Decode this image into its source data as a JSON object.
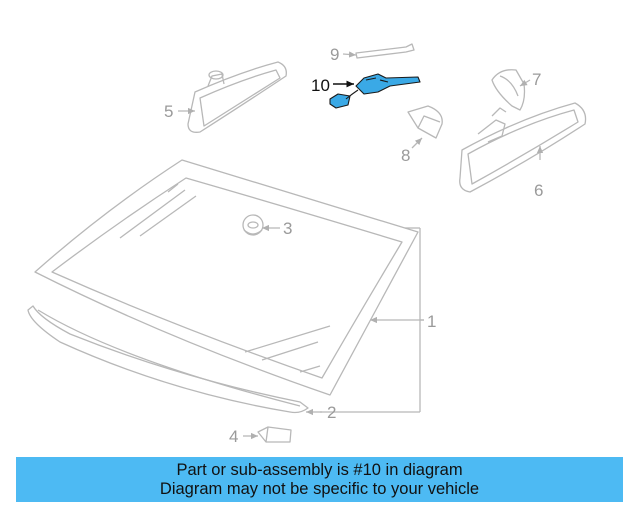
{
  "diagram": {
    "callouts": {
      "c1": "1",
      "c2": "2",
      "c3": "3",
      "c4": "4",
      "c5": "5",
      "c6": "6",
      "c7": "7",
      "c8": "8",
      "c9": "9",
      "c10": "10"
    },
    "highlighted_part": "10",
    "colors": {
      "line": "#b8b8b8",
      "highlight": "#3aa9e6",
      "banner": "#4dbaf3"
    }
  },
  "banner": {
    "line1": "Part or sub-assembly is #10 in diagram",
    "line2": "Diagram may not be specific to your vehicle"
  }
}
